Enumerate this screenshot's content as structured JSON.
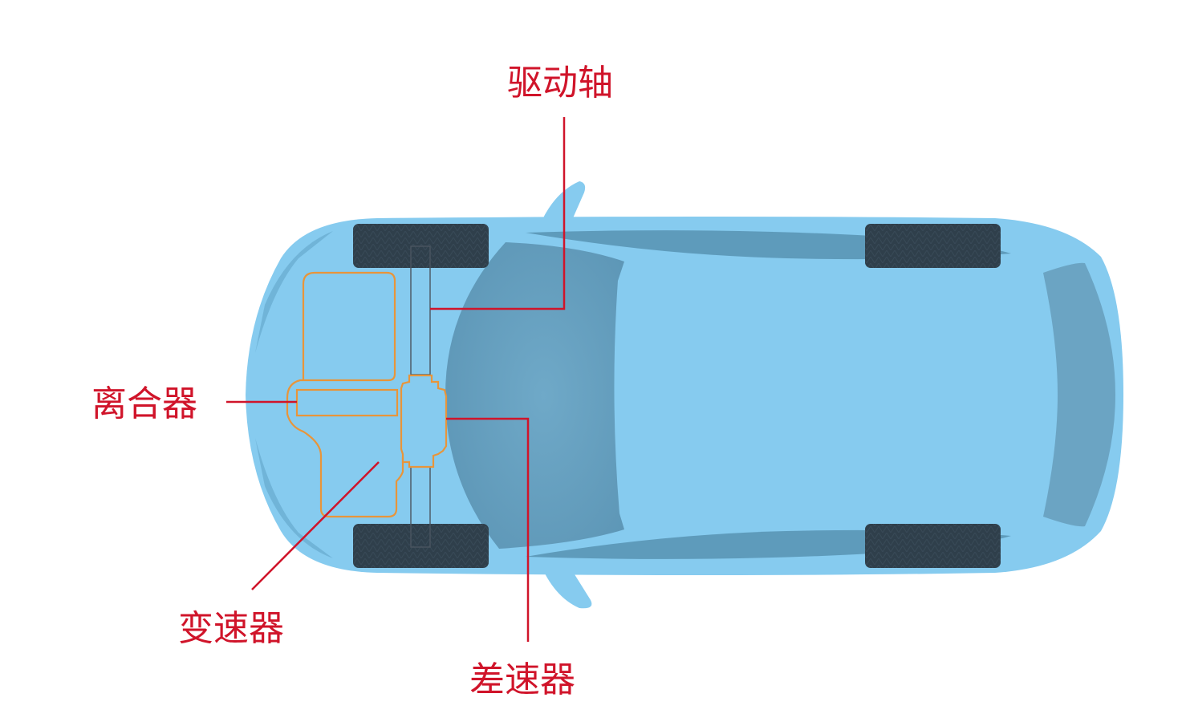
{
  "labels": {
    "drive_shaft": "驱动轴",
    "clutch": "离合器",
    "transmission": "变速器",
    "differential": "差速器"
  },
  "colors": {
    "background": "#ffffff",
    "car_body": "#86cbef",
    "car_dark": "#5e9bbb",
    "tire": "#2f3f4b",
    "component_outline": "#e8953a",
    "label_red": "#d0142a"
  }
}
